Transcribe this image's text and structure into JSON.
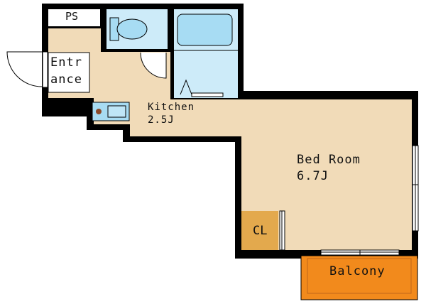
{
  "rooms": {
    "ps": "PS",
    "entrance_line1": "Entr",
    "entrance_line2": "ance",
    "kitchen_name": "Kitchen",
    "kitchen_size": "2.5J",
    "bedroom_name": "Bed Room",
    "bedroom_size": "6.7J",
    "closet": "CL",
    "balcony": "Balcony"
  },
  "colors": {
    "floor": "#f1dbb8",
    "wet_area": "#cdebf9",
    "fixture": "#a7dcf3",
    "closet": "#e3a94d",
    "balcony": "#f28a1c",
    "wall": "#000000"
  }
}
